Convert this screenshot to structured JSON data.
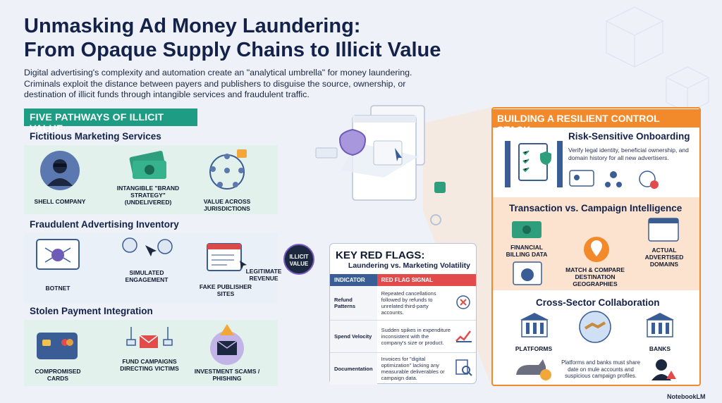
{
  "title_line1": "Unmasking Ad Money Laundering:",
  "title_line2": "From Opaque Supply Chains to Illicit Value",
  "intro": "Digital advertising's complexity and automation create an \"analytical umbrella\" for money laundering. Criminals exploit the distance between payers and publishers to disguise the source, ownership, or destination of illicit funds through intangible services and fraudulent traffic.",
  "left": {
    "header": "FIVE PATHWAYS OF ILLICIT VALUE",
    "sections": [
      {
        "title": "Fictitious Marketing Services",
        "items": [
          "SHELL COMPANY",
          "INTANGIBLE \"BRAND STRATEGY\" (UNDELIVERED)",
          "VALUE ACROSS JURISDICTIONS"
        ]
      },
      {
        "title": "Fraudulent Advertising Inventory",
        "items": [
          "BOTNET",
          "SIMULATED ENGAGEMENT",
          "FAKE PUBLISHER SITES",
          "LEGITIMATE REVENUE"
        ]
      },
      {
        "title": "Stolen Payment Integration",
        "items": [
          "COMPROMISED CARDS",
          "FUND CAMPAIGNS DIRECTING VICTIMS",
          "INVESTMENT SCAMS / PHISHING"
        ]
      }
    ],
    "illicit_badge": "ILLICIT VALUE"
  },
  "redflags": {
    "title": "KEY RED FLAGS:",
    "subtitle": "Laundering vs. Marketing Volatility",
    "col1": "INDICATOR",
    "col2": "RED FLAG SIGNAL",
    "rows": [
      {
        "indicator": "Refund Patterns",
        "signal": "Repeated cancellations followed by refunds to unrelated third-party accounts."
      },
      {
        "indicator": "Spend Velocity",
        "signal": "Sudden spikes in expenditure inconsistent with the company's size or product."
      },
      {
        "indicator": "Documentation",
        "signal": "Invoices for \"digital optimization\" lacking any measurable deliverables or campaign data."
      }
    ]
  },
  "right": {
    "header": "BUILDING A RESILIENT CONTROL STACK",
    "s1_title": "Risk-Sensitive Onboarding",
    "s1_text": "Verify legal identity, beneficial ownership, and domain history for all new advertisers.",
    "s2_title": "Transaction vs. Campaign Intelligence",
    "s2_items": [
      "FINANCIAL BILLING DATA",
      "MATCH & COMPARE DESTINATION GEOGRAPHIES",
      "ACTUAL ADVERTISED DOMAINS"
    ],
    "s3_title": "Cross-Sector Collaboration",
    "s3_items": [
      "PLATFORMS",
      "BANKS"
    ],
    "s3_text": "Platforms and banks must share date on mule accounts and suspicious campaign profiles."
  },
  "brand": "NotebookLM",
  "colors": {
    "green": "#1e9d84",
    "orange": "#f28a2c",
    "navy": "#14224a",
    "purple": "#7a5cc4"
  }
}
